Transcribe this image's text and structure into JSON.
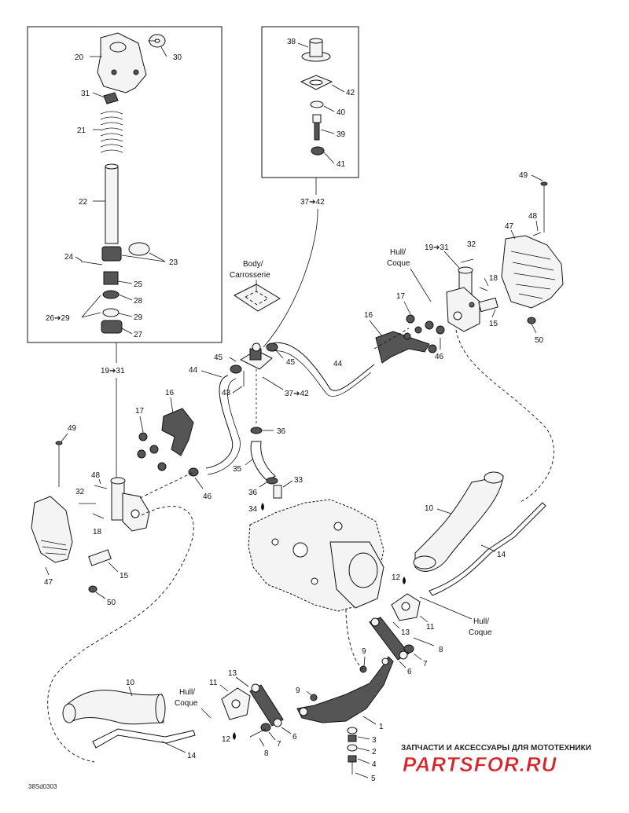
{
  "diagram": {
    "code": "38Sd0303",
    "annotations": {
      "body_carrosserie": [
        "Body/",
        "Carrosserie"
      ],
      "hull_coque_right_top": [
        "Hull/",
        "Coque"
      ],
      "hull_coque_right_bottom": [
        "Hull/",
        "Coque"
      ],
      "hull_coque_bottom_left": [
        "Hull/",
        "Coque"
      ]
    },
    "callouts": {
      "c20": "20",
      "c30": "30",
      "c31": "31",
      "c21": "21",
      "c22": "22",
      "c24": "24",
      "c23": "23",
      "c25": "25",
      "c28": "28",
      "c26_29": "26➔29",
      "c29": "29",
      "c27": "27",
      "c19_31_left": "19➔31",
      "c38": "38",
      "c42": "42",
      "c40": "40",
      "c39": "39",
      "c41": "41",
      "c37_42_top": "37➔42",
      "c49_right": "49",
      "c48_right": "48",
      "c47_right": "47",
      "c19_31_right": "19➔31",
      "c32_right": "32",
      "c18_right": "18",
      "c17_right": "17",
      "c16_right": "16",
      "c15_right": "15",
      "c46_right": "46",
      "c50_right": "50",
      "c45_a": "45",
      "c45_b": "45",
      "c44_left": "44",
      "c44_right": "44",
      "c43": "43",
      "c37_42_mid": "37➔42",
      "c36_a": "36",
      "c36_b": "36",
      "c35": "35",
      "c33": "33",
      "c34": "34",
      "c16_left": "16",
      "c17_left": "17",
      "c49_left": "49",
      "c48_left": "48",
      "c32_left": "32",
      "c18_left": "18",
      "c15_left": "15",
      "c47_left": "47",
      "c50_left": "50",
      "c46_left": "46",
      "c10_right": "10",
      "c14_right": "14",
      "c12_right": "12",
      "c11_right": "11",
      "c13_right": "13",
      "c8_right": "8",
      "c7_right": "7",
      "c6_right": "6",
      "c9_right": "9",
      "c9_left": "9",
      "c1": "1",
      "c3": "3",
      "c2": "2",
      "c4": "4",
      "c5": "5",
      "c10_left": "10",
      "c11_left": "11",
      "c13_left": "13",
      "c12_left": "12",
      "c6_left": "6",
      "c7_left": "7",
      "c8_left": "8",
      "c14_left": "14"
    }
  },
  "watermark": {
    "caption": "ЗАПЧАСТИ И АКСЕССУАРЫ ДЛЯ МОТОТЕХНИКИ",
    "logo_text": "PARTSFOR.RU",
    "logo_color": "#d8232a",
    "caption_color": "#222222"
  }
}
